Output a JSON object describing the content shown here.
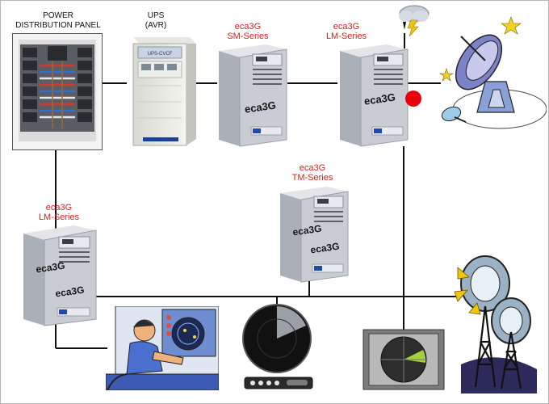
{
  "labels": {
    "power_panel": [
      "POWER",
      "DISTRIBUTION PANEL"
    ],
    "ups": [
      "UPS",
      "(AVR)"
    ],
    "sm_series": [
      "eca3G",
      "SM-Series"
    ],
    "lm_series_top": [
      "eca3G",
      "LM-Series"
    ],
    "tm_series": [
      "eca3G",
      "TM-Series"
    ],
    "lm_series_left": [
      "eca3G",
      "LM-Series"
    ]
  },
  "device_text": {
    "brand_logo": "eca3G",
    "ups_panel": "UPS-CVCF"
  },
  "colors": {
    "line": "#111111",
    "label_red": "#e01b1b",
    "cabinet": "#c9ccd2",
    "alert_dot": "#e8000b"
  },
  "icons": [
    "power-panel-photo",
    "ups-avr-unit",
    "cabinet-sm-series",
    "cabinet-lm-series-top",
    "cabinet-tm-series",
    "cabinet-lm-series-left",
    "storm-cloud-icon",
    "satellite-dish-icon",
    "radar-operator-icon",
    "radar-display-icon",
    "radar-scope-icon",
    "transmission-tower-icon"
  ]
}
